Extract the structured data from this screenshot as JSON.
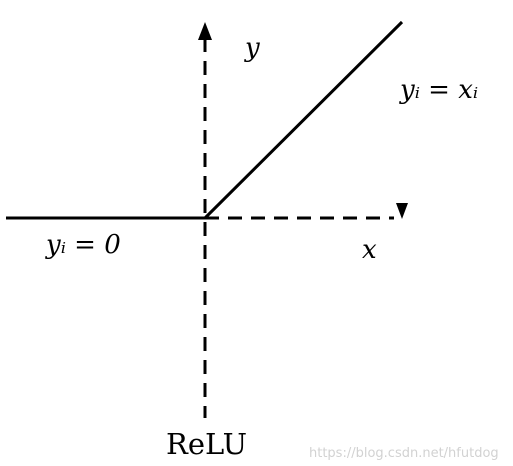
{
  "figure": {
    "axes": {
      "x_label": "x",
      "y_label": "y"
    },
    "curve": {
      "positive_branch": "yᵢ = xᵢ",
      "negative_branch": "yᵢ = 0"
    },
    "caption": "ReLU",
    "watermark": "https://blog.csdn.net/hfutdog",
    "colors": {
      "ink": "#000000",
      "watermark": "#d2d2d2"
    }
  }
}
